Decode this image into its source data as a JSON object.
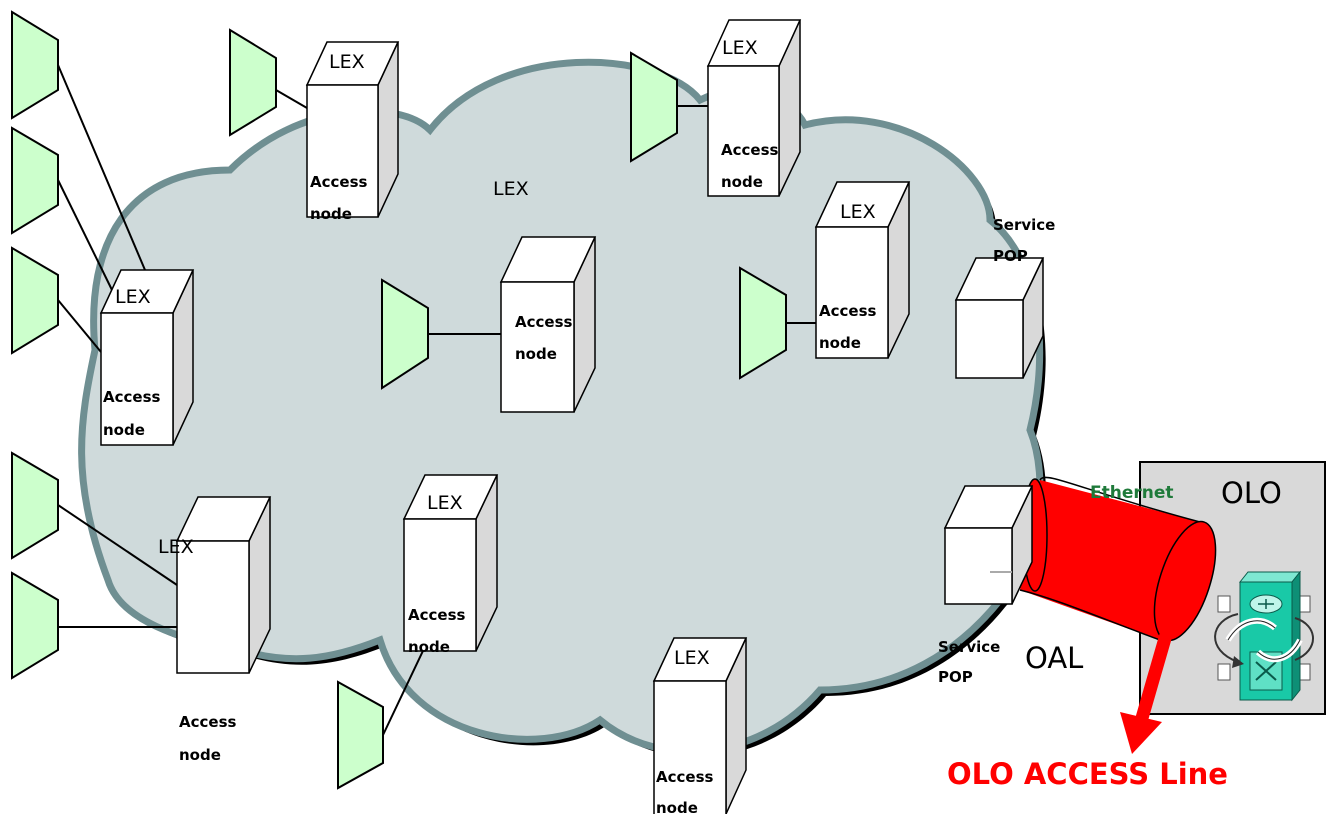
{
  "labels": {
    "lex": "LEX",
    "access": "Access",
    "node": "node",
    "service": "Service",
    "pop": "POP",
    "oal": "OAL",
    "olo": "OLO",
    "ethernet": "Ethernet",
    "olo_access_line": "OLO ACCESS Line"
  },
  "colors": {
    "cloud_fill": "#cfdadb",
    "cloud_stroke": "#6f8f92",
    "terminal_fill": "#ccffcc",
    "pipe_red": "#ff0000",
    "olo_box": "#d9d9d9",
    "ethernet_text": "#1f7a3a",
    "router_teal": "#19c9a7"
  },
  "icons": {
    "terminal": "access-terminal-icon",
    "router": "router-icon",
    "switch": "switch-icon"
  }
}
